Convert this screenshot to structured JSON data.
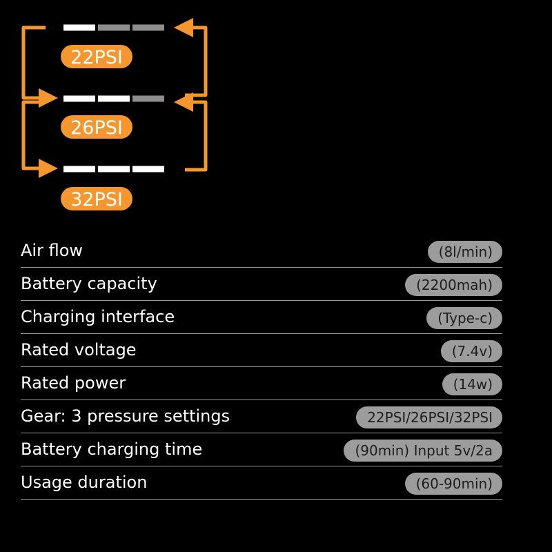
{
  "colors": {
    "background": "#000000",
    "accent_orange": "#f5962e",
    "segment_on": "#ffffff",
    "segment_off": "#8e8e8e",
    "pill_value_bg": "#9c9c9c",
    "divider": "#9a9a9a"
  },
  "gears": [
    {
      "label": "22PSI",
      "segments_lit": 1,
      "segments_total": 3
    },
    {
      "label": "26PSI",
      "segments_lit": 2,
      "segments_total": 3
    },
    {
      "label": "32PSI",
      "segments_lit": 3,
      "segments_total": 3
    }
  ],
  "specs": [
    {
      "label": "Air flow",
      "value": "(8l/min)"
    },
    {
      "label": "Battery capacity",
      "value": "(2200mah)"
    },
    {
      "label": "Charging interface",
      "value": "(Type-c)"
    },
    {
      "label": "Rated voltage",
      "value": "(7.4v)"
    },
    {
      "label": "Rated power",
      "value": "(14w)"
    },
    {
      "label": "Gear: 3 pressure settings",
      "value": "22PSI/26PSI/32PSI"
    },
    {
      "label": "Battery charging time",
      "value": "(90min) Input 5v/2a"
    },
    {
      "label": "Usage duration",
      "value": "(60-90min)"
    }
  ]
}
